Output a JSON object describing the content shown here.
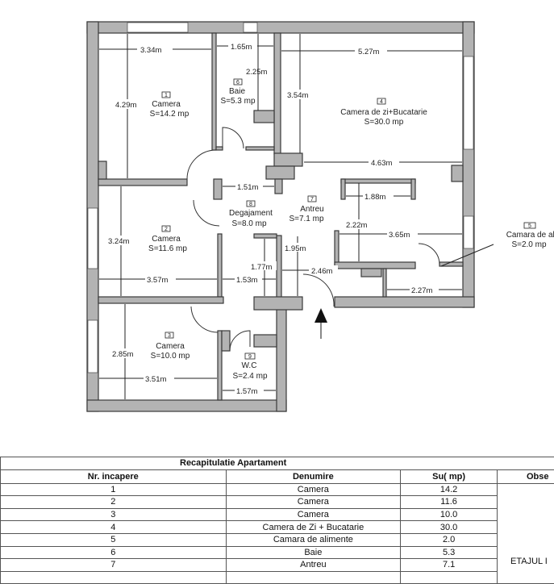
{
  "plan": {
    "rooms": [
      {
        "nr": "1",
        "name": "Camera",
        "area": "S=14.2 mp"
      },
      {
        "nr": "2",
        "name": "Camera",
        "area": "S=11.6 mp"
      },
      {
        "nr": "3",
        "name": "Camera",
        "area": "S=10.0 mp"
      },
      {
        "nr": "4",
        "name": "Camera de zi+Bucatarie",
        "area": "S=30.0 mp"
      },
      {
        "nr": "5",
        "name": "Camara de alim",
        "area": "S=2.0 mp"
      },
      {
        "nr": "6",
        "name": "Baie",
        "area": "S=5.3 mp"
      },
      {
        "nr": "7",
        "name": "Antreu",
        "area": "S=7.1 mp"
      },
      {
        "nr": "8",
        "name": "Degajament",
        "area": "S=8.0 mp"
      },
      {
        "nr": "9",
        "name": "W.C",
        "area": "S=2.4 mp"
      }
    ],
    "dimensions": {
      "d334": "3.34m",
      "d165": "1.65m",
      "d527": "5.27m",
      "d225": "2.25m",
      "d429": "4.29m",
      "d354": "3.54m",
      "d463": "4.63m",
      "d151": "1.51m",
      "d188": "1.88m",
      "d324": "3.24m",
      "d222": "2.22m",
      "d365": "3.65m",
      "d195": "1.95m",
      "d177": "1.77m",
      "d357": "3.57m",
      "d153": "1.53m",
      "d246": "2.46m",
      "d227": "2.27m",
      "d285": "2.85m",
      "d351": "3.51m",
      "d157": "1.57m"
    }
  },
  "table": {
    "title": "Recapitulatie Apartament",
    "headers": [
      "Nr. incapere",
      "Denumire",
      "Su( mp)",
      "Obse"
    ],
    "rows": [
      [
        "1",
        "Camera",
        "14.2"
      ],
      [
        "2",
        "Camera",
        "11.6"
      ],
      [
        "3",
        "Camera",
        "10.0"
      ],
      [
        "4",
        "Camera de Zi + Bucatarie",
        "30.0"
      ],
      [
        "5",
        "Camara de alimente",
        "2.0"
      ],
      [
        "6",
        "Baie",
        "5.3"
      ],
      [
        "7",
        "Antreu",
        "7.1"
      ]
    ],
    "observation": "ETAJUL I"
  }
}
